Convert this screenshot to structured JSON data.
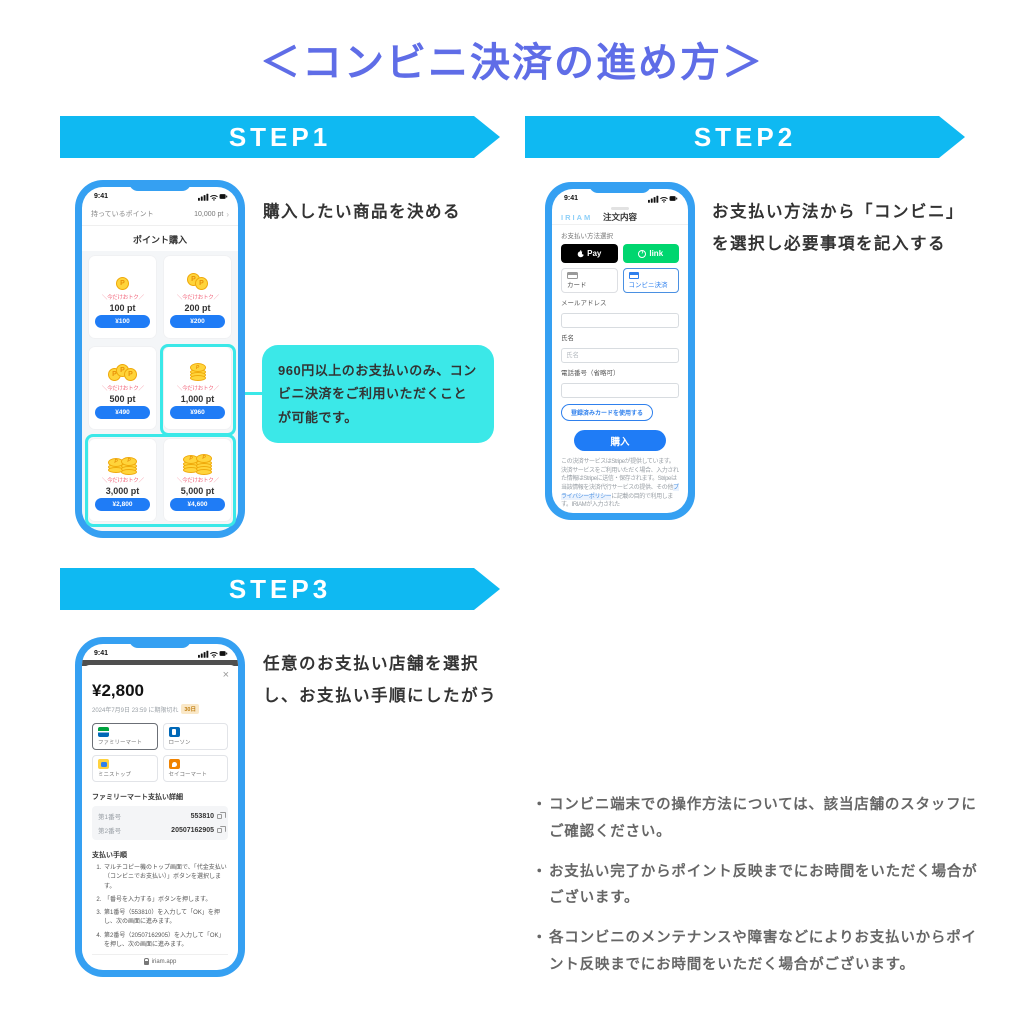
{
  "page": {
    "title": "＜コンビニ決済の進め方＞"
  },
  "colors": {
    "title_blue": "#5F6DE7",
    "banner_cyan": "#0FB9F2",
    "phone_frame_blue": "#35A0F2",
    "bubble_cyan": "#3BE8E8",
    "accent_blue": "#1F7CF6",
    "link_green": "#00D66F",
    "promo_red": "#F2647A"
  },
  "step1": {
    "banner_label": "STEP1",
    "description": "購入したい商品を決める",
    "bubble_text": "960円以上のお支払いのみ、コンビニ決済をご利用いただくことが可能です。"
  },
  "step2": {
    "banner_label": "STEP2",
    "description": "お支払い方法から「コンビニ」を選択し必要事項を記入する"
  },
  "step3": {
    "banner_label": "STEP3",
    "description": "任意のお支払い店舗を選択し、お支払い手順にしたがう"
  },
  "phone1": {
    "status_time": "9:41",
    "points_row": {
      "label": "持っているポイント",
      "value": "10,000 pt",
      "chevron": "›"
    },
    "screen_title": "ポイント購入",
    "products": [
      {
        "promo": "＼今だけおトク／",
        "points": "100 pt",
        "price": "¥100"
      },
      {
        "promo": "＼今だけおトク／",
        "points": "200 pt",
        "price": "¥200"
      },
      {
        "promo": "＼今だけおトク／",
        "points": "500 pt",
        "price": "¥490"
      },
      {
        "promo": "＼今だけおトク／",
        "points": "1,000 pt",
        "price": "¥960"
      },
      {
        "promo": "＼今だけおトク／",
        "points": "3,000 pt",
        "price": "¥2,800"
      },
      {
        "promo": "＼今だけおトク／",
        "points": "5,000 pt",
        "price": "¥4,600"
      }
    ]
  },
  "phone2": {
    "status_time": "9:41",
    "logo": "IRIAM",
    "screen_title": "注文内容",
    "section_label": "お支払い方法選択",
    "apple_pay_label": "Pay",
    "link_label": "link",
    "card_option": "カード",
    "konbini_option": "コンビニ決済",
    "email_label": "メールアドレス",
    "name_label": "氏名",
    "name_placeholder": "氏名",
    "phone_label": "電話番号（省略可）",
    "saved_card_button": "登録済みカードを使用する",
    "purchase_button": "購入",
    "legal_text_1": "この決済サービスはStripeが提供しています。決済サービスをご利用いただく場合、入力された情報はStripeに送信・保存されます。Stripeは当該情報を決済代行サービスの提供、その他",
    "legal_link": "プライバシーポリシー",
    "legal_text_2": "に記載の目的で利用します。IRIAMが入力された"
  },
  "phone3": {
    "status_time": "9:41",
    "close_icon": "×",
    "amount": "¥2,800",
    "expiry_text": "2024年7月9日 23:59 に期限切れ",
    "expiry_badge": "30日",
    "stores": [
      {
        "name": "ファミリーマート"
      },
      {
        "name": "ローソン"
      },
      {
        "name": "ミニストップ"
      },
      {
        "name": "セイコーマート"
      }
    ],
    "details_title": "ファミリーマート支払い詳細",
    "numbers": [
      {
        "label": "第1番号",
        "value": "553810"
      },
      {
        "label": "第2番号",
        "value": "20507162905"
      }
    ],
    "steps_title": "支払い手順",
    "steps": [
      "マルチコピー機のトップ画面で、「代金支払い（コンビニでお支払い）」ボタンを選択します。",
      "「番号を入力する」ボタンを押します。",
      "第1番号（553810）を入力して「OK」を押し、次の画面に進みます。",
      "第2番号（20507162905）を入力して「OK」を押し、次の画面に進みます。"
    ],
    "url_bar": "iriam.app"
  },
  "notes_bullet": "・",
  "notes": [
    "コンビニ端末での操作方法については、該当店舗のスタッフにご確認ください。",
    "お支払い完了からポイント反映までにお時間をいただく場合がございます。",
    "各コンビニのメンテナンスや障害などによりお支払いからポイント反映までにお時間をいただく場合がございます。"
  ]
}
